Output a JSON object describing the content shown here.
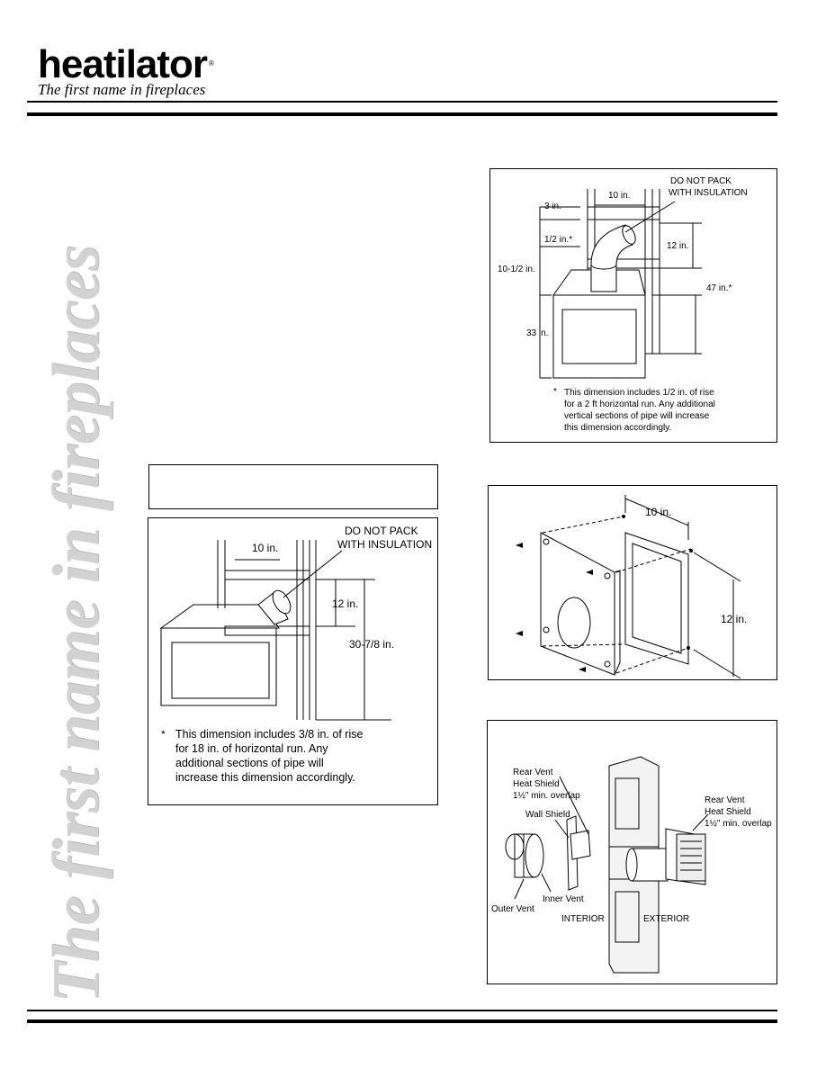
{
  "header": {
    "brand": "heatilator",
    "registered_mark": "®",
    "tagline": "The first name in fireplaces"
  },
  "watermark": "The first name in fireplaces",
  "fig_top": {
    "label_do_not_pack": "DO NOT PACK\nWITH INSULATION",
    "dim_10in": "10 in.",
    "dim_3in": "3 in.",
    "dim_half_in": "1/2 in.*",
    "dim_12in": "12 in.",
    "dim_10_5in": "10-1/2 in.",
    "dim_47in": "47 in.*",
    "dim_33in": "33 in.",
    "note_star": "*",
    "note": "This dimension includes 1/2 in. of rise\nfor a 2 ft horizontal run. Any additional\nvertical sections of pipe will increase\nthis dimension accordingly."
  },
  "caption_box": {
    "text": ""
  },
  "fig_left": {
    "label_do_not_pack": "DO NOT PACK\nWITH INSULATION",
    "dim_10in": "10 in.",
    "dim_12in": "12 in.",
    "dim_30in": "30-7/8 in.",
    "note_star": "*",
    "note": "This dimension includes 3/8 in. of rise\nfor 18 in. of horizontal run. Any\nadditional sections of pipe will\nincrease this dimension accordingly."
  },
  "fig_shield": {
    "dim_10in": "10 in.",
    "dim_12in": "12 in."
  },
  "fig_vent": {
    "rear_vent_left": "Rear Vent\nHeat Shield\n1½\" min. overlap",
    "wall_shield": "Wall Shield",
    "rear_vent_right": "Rear Vent\nHeat Shield\n1½\" min. overlap",
    "outer_vent": "Outer Vent",
    "inner_vent": "Inner Vent",
    "interior": "INTERIOR",
    "exterior": "EXTERIOR"
  }
}
